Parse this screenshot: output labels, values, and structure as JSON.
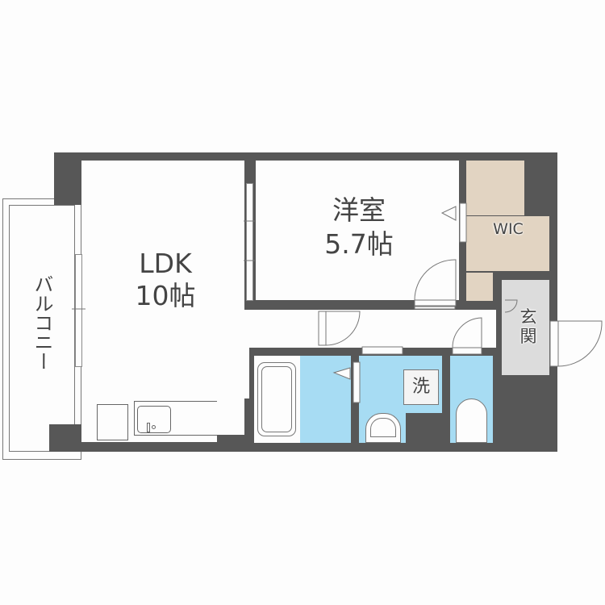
{
  "floorplan": {
    "rooms": {
      "ldk": {
        "name": "LDK",
        "size": "10帖"
      },
      "western_room": {
        "name": "洋室",
        "size": "5.7帖"
      },
      "wic": {
        "name": "WIC"
      },
      "entrance": {
        "name": "玄関"
      },
      "balcony": {
        "name": "バルコニー"
      },
      "washer": {
        "name": "洗"
      }
    },
    "colors": {
      "wall": "#575757",
      "wic_floor": "#e2d4c2",
      "wet_area_floor": "#a7dcf3",
      "entrance_floor": "#dcdcdc",
      "room_floor": "#fdfdfd"
    }
  }
}
